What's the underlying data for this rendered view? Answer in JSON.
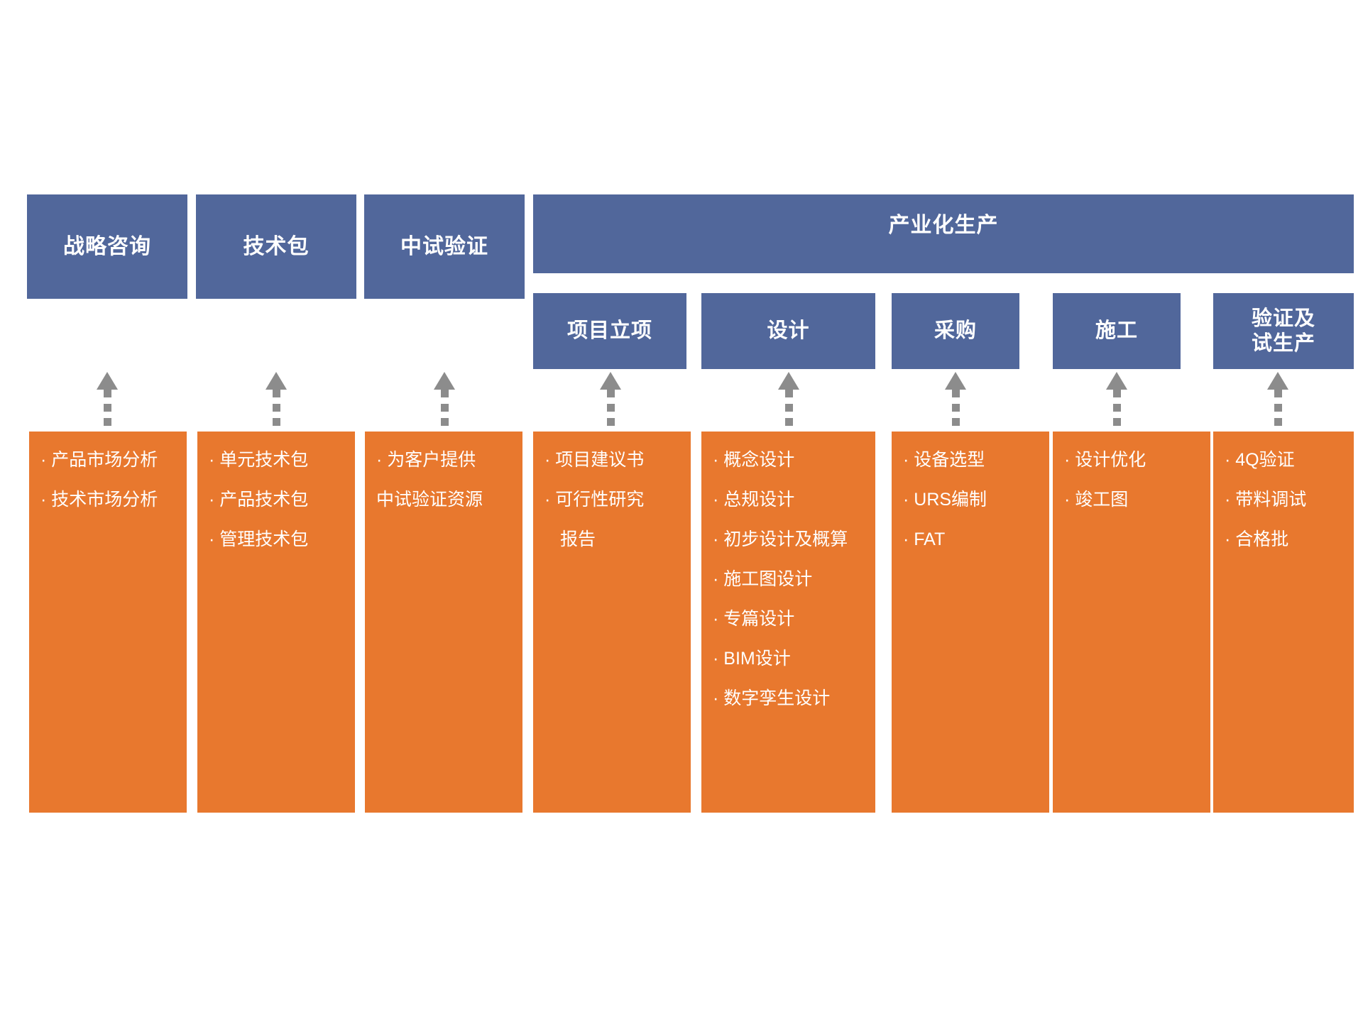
{
  "diagram": {
    "title_text": "产业化生产",
    "colors": {
      "blue": "#51679B",
      "orange": "#E8782E",
      "arrow_gray": "#8C8C8C",
      "text": "#FFFFFF",
      "background": "#FFFFFF"
    },
    "banner": {
      "label": "产业化生产"
    },
    "stages": [
      {
        "key": "strategy-consulting",
        "label": "战略咨询",
        "level": "top",
        "items": [
          "· 产品市场分析",
          "· 技术市场分析"
        ]
      },
      {
        "key": "technology-package",
        "label": "技术包",
        "level": "top",
        "items": [
          "· 单元技术包",
          "· 产品技术包",
          "· 管理技术包"
        ]
      },
      {
        "key": "pilot-verification",
        "label": "中试验证",
        "level": "top",
        "items": [
          "· 为客户提供",
          "中试验证资源"
        ]
      },
      {
        "key": "project-initiation",
        "label": "项目立项",
        "level": "sub",
        "items": [
          "· 项目建议书",
          "· 可行性研究",
          "报告"
        ]
      },
      {
        "key": "design",
        "label": "设计",
        "level": "sub",
        "items": [
          "· 概念设计",
          "· 总规设计",
          "· 初步设计及概算",
          "· 施工图设计",
          "· 专篇设计",
          "· BIM设计",
          "· 数字孪生设计"
        ]
      },
      {
        "key": "procurement",
        "label": "采购",
        "level": "sub",
        "items": [
          "· 设备选型",
          "· URS编制",
          "· FAT"
        ]
      },
      {
        "key": "construction",
        "label": "施工",
        "level": "sub",
        "items": [
          "· 设计优化",
          "· 竣工图"
        ]
      },
      {
        "key": "validation-trial-production",
        "label": "验证及\n试生产",
        "label_line1": "验证及",
        "label_line2": "试生产",
        "level": "sub",
        "items": [
          "· 4Q验证",
          "· 带料调试",
          "· 合格批"
        ]
      }
    ]
  }
}
